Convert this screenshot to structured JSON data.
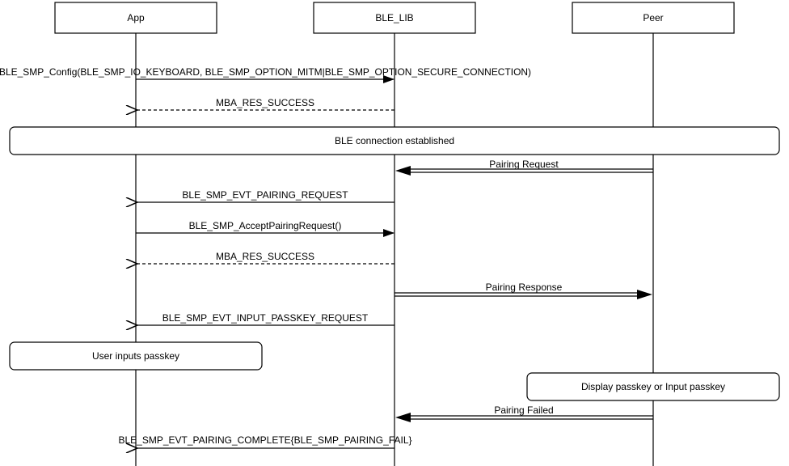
{
  "participants": [
    {
      "id": "app",
      "label": "App"
    },
    {
      "id": "ble_lib",
      "label": "BLE_LIB"
    },
    {
      "id": "peer",
      "label": "Peer"
    }
  ],
  "messages": [
    {
      "label": "BLE_SMP_Config(BLE_SMP_IO_KEYBOARD, BLE_SMP_OPTION_MITM|BLE_SMP_OPTION_SECURE_CONNECTION)",
      "from": "app",
      "to": "ble_lib",
      "style": "sync"
    },
    {
      "label": "MBA_RES_SUCCESS",
      "from": "ble_lib",
      "to": "app",
      "style": "return"
    },
    {
      "label": "Pairing Request",
      "from": "peer",
      "to": "ble_lib",
      "style": "double"
    },
    {
      "label": "BLE_SMP_EVT_PAIRING_REQUEST",
      "from": "ble_lib",
      "to": "app",
      "style": "async"
    },
    {
      "label": "BLE_SMP_AcceptPairingRequest()",
      "from": "app",
      "to": "ble_lib",
      "style": "sync"
    },
    {
      "label": "MBA_RES_SUCCESS",
      "from": "ble_lib",
      "to": "app",
      "style": "return"
    },
    {
      "label": "Pairing Response",
      "from": "ble_lib",
      "to": "peer",
      "style": "double"
    },
    {
      "label": "BLE_SMP_EVT_INPUT_PASSKEY_REQUEST",
      "from": "ble_lib",
      "to": "app",
      "style": "async"
    },
    {
      "label": "Pairing Failed",
      "from": "peer",
      "to": "ble_lib",
      "style": "double"
    },
    {
      "label": "BLE_SMP_EVT_PAIRING_COMPLETE{BLE_SMP_PAIRING_FAIL}",
      "from": "ble_lib",
      "to": "app",
      "style": "async"
    }
  ],
  "notes": [
    {
      "label": "BLE connection established",
      "over": [
        "app",
        "peer"
      ]
    },
    {
      "label": "User inputs passkey",
      "over": [
        "app"
      ]
    },
    {
      "label": "Display passkey or Input passkey",
      "over": [
        "peer"
      ]
    }
  ]
}
